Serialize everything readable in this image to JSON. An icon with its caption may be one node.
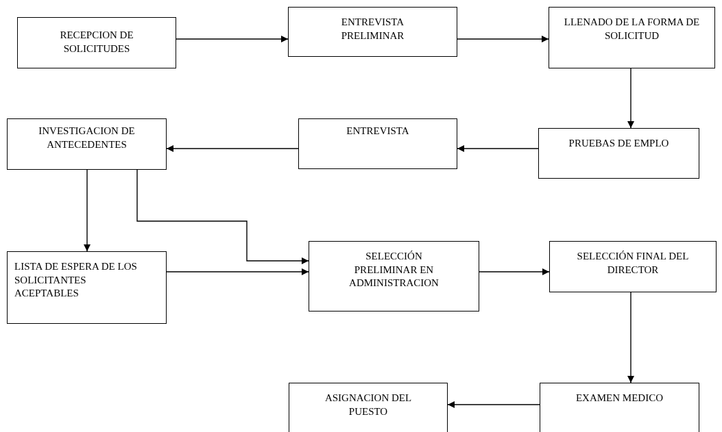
{
  "diagram": {
    "nodes": [
      {
        "text": [
          "RECEPCION DE SOLICITUDES"
        ]
      },
      {
        "text": [
          "ENTREVISTA PRELIMINAR"
        ]
      },
      {
        "text": [
          "LLENADO DE LA FORMA DE SOLICITUD"
        ]
      },
      {
        "text": [
          "PRUEBAS DE EMPLO"
        ]
      },
      {
        "text": [
          "ENTREVISTA"
        ]
      },
      {
        "text": [
          "INVESTIGACION DE ANTECEDENTES"
        ]
      },
      {
        "text": [
          "LISTA DE ESPERA DE LOS SOLICITANTES ACEPTABLES"
        ]
      },
      {
        "text": [
          "SELECCIÓN PRELIMINAR EN ADMINISTRACION"
        ]
      },
      {
        "text": [
          "SELECCIÓN FINAL DEL DIRECTOR"
        ]
      },
      {
        "text": [
          "EXAMEN MEDICO"
        ]
      },
      {
        "text": [
          "ASIGNACION DEL PUESTO"
        ]
      }
    ],
    "edges": [
      {
        "from": 0,
        "to": 1,
        "arrow": "to"
      },
      {
        "from": 1,
        "to": 2,
        "arrow": "to"
      },
      {
        "from": 2,
        "to": 3,
        "arrow": "to"
      },
      {
        "from": 3,
        "to": 4,
        "arrow": "to"
      },
      {
        "from": 4,
        "to": 5,
        "arrow": "to"
      },
      {
        "from": 5,
        "to": 6,
        "arrow": "to"
      },
      {
        "from": 5,
        "to": 7,
        "arrow": "to"
      },
      {
        "from": 6,
        "to": 7,
        "arrow": "to"
      },
      {
        "from": 7,
        "to": 8,
        "arrow": "to"
      },
      {
        "from": 8,
        "to": 9,
        "arrow": "to"
      },
      {
        "from": 9,
        "to": 10,
        "arrow": "to"
      }
    ]
  }
}
